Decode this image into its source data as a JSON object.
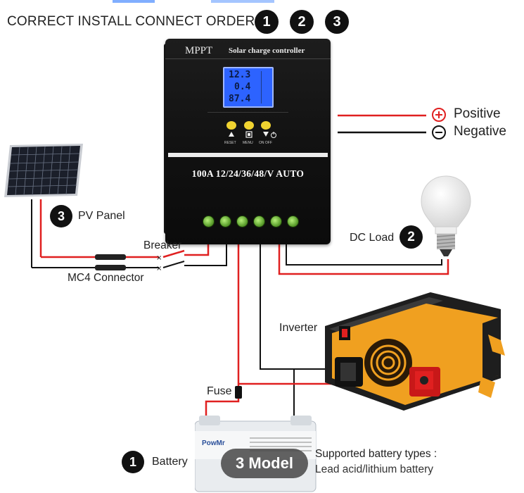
{
  "heading": {
    "text": "CORRECT INSTALL CONNECT ORDER:",
    "steps": [
      "1",
      "2",
      "3"
    ]
  },
  "controller": {
    "brand": "MPPT",
    "model": "Solar charge controller",
    "lcd_lines": [
      "12.3",
      "0.4",
      "87.4"
    ],
    "buttons": [
      "RESET",
      "MENU",
      "ON OFF"
    ],
    "rating": "100A 12/24/36/48/V AUTO"
  },
  "legend": {
    "positive": "Positive",
    "negative": "Negative"
  },
  "components": {
    "pv_panel": {
      "step": "3",
      "label": "PV Panel"
    },
    "breaker": "Breaker",
    "mc4": "MC4 Connector",
    "dc_load": {
      "label": "DC Load",
      "step": "2"
    },
    "inverter": "Inverter",
    "fuse": "Fuse",
    "battery": {
      "step": "1",
      "label": "Battery",
      "brand": "PowMr"
    }
  },
  "overlay_pill": "3 Model",
  "supported": {
    "title": "Supported battery types :",
    "types": "Lead acid/lithium battery"
  },
  "colors": {
    "positive_wire": "#e02020",
    "negative_wire": "#111111",
    "inverter_orange": "#f0a020",
    "lcd_blue": "#2d63ff",
    "terminal_green": "#5ea12f"
  }
}
